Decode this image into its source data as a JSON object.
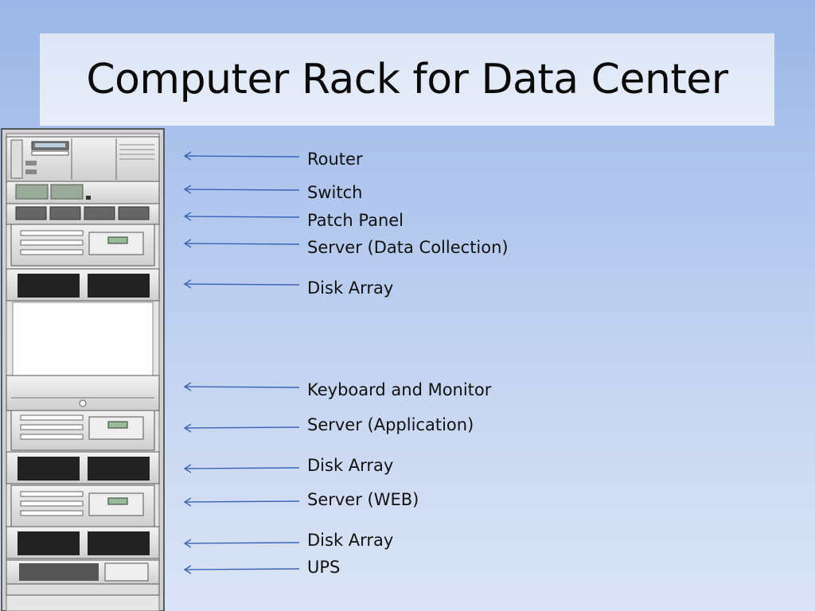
{
  "title": "Computer Rack for Data Center",
  "components": [
    {
      "label": "Router"
    },
    {
      "label": "Switch"
    },
    {
      "label": "Patch Panel"
    },
    {
      "label": "Server (Data Collection)"
    },
    {
      "label": "Disk Array"
    },
    {
      "label": "Keyboard and Monitor"
    },
    {
      "label": "Server (Application)"
    },
    {
      "label": "Disk Array"
    },
    {
      "label": "Server (WEB)"
    },
    {
      "label": "Disk Array"
    },
    {
      "label": "UPS"
    }
  ],
  "colors": {
    "arrow": "#3b64b8",
    "rack_frame": "#c8c8c8",
    "rack_outline": "#444444"
  }
}
